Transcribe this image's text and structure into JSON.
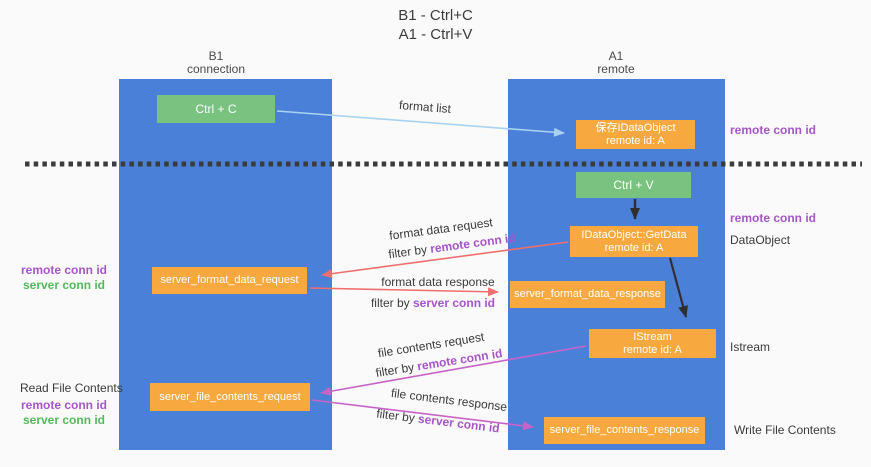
{
  "title": {
    "line1": "B1 - Ctrl+C",
    "line2": "A1 - Ctrl+V"
  },
  "columns": {
    "left": {
      "title": "B1",
      "subtitle": "connection"
    },
    "right": {
      "title": "A1",
      "subtitle": "remote"
    }
  },
  "boxes": {
    "ctrl_c": "Ctrl + C",
    "ctrl_v": "Ctrl + V",
    "save_idataobject": {
      "line1": "保存IDataObject",
      "line2": "remote id: A"
    },
    "getdata": {
      "line1": "IDataObject::GetData",
      "line2": "remote id: A"
    },
    "istream": {
      "line1": "IStream",
      "line2": "remote id: A"
    },
    "format_request": "server_format_data_request",
    "format_response": "server_format_data_response",
    "file_request": "server_file_contents_request",
    "file_response": "server_file_contents_response"
  },
  "side_labels": {
    "remote_conn_id_top": "remote conn id",
    "remote_conn_id_mid": "remote conn id",
    "dataobject": "DataObject",
    "istream": "Istream",
    "write_file_contents": "Write File Contents",
    "read_file_contents": "Read File Contents",
    "left_remote_conn_id_1": "remote conn id",
    "left_server_conn_id_1": "server conn id",
    "left_remote_conn_id_2": "remote conn id",
    "left_server_conn_id_2": "server conn id"
  },
  "arrow_labels": {
    "format_list": "format list",
    "format_data_request": "format data request",
    "format_data_response": "format data response",
    "file_contents_request": "file contents request",
    "file_contents_response": "file contents response",
    "filter_by": "filter by ",
    "remote_conn_id": "remote conn id",
    "server_conn_id": "server conn id"
  },
  "colors": {
    "column_blue": "#4a80d8",
    "box_green": "#79c27f",
    "box_orange": "#f7a940",
    "arrow_blue": "#a8d2f0",
    "arrow_salmon": "#f06e6e",
    "arrow_magenta": "#c863c8",
    "arrow_black": "#2f2f2f",
    "text_purple": "#a855cc",
    "text_green": "#55b85c",
    "text_dark": "#3b3b3b",
    "divider": "#3b3b3b",
    "background": "#fafafa"
  }
}
